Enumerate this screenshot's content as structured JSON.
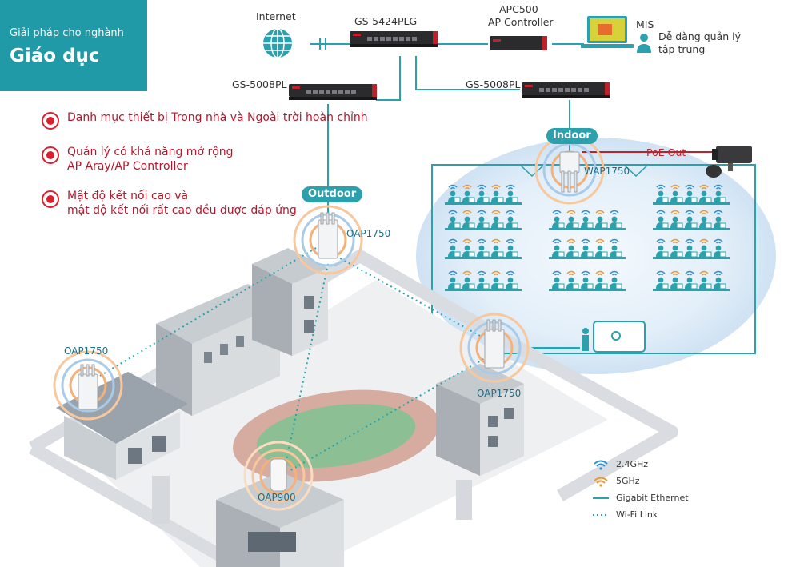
{
  "header": {
    "subtitle": "Giải pháp cho nghành",
    "title": "Giáo dục"
  },
  "features": [
    {
      "lines": [
        "Danh mục thiết bị Trong nhà và Ngoài trời hoàn chỉnh"
      ]
    },
    {
      "lines": [
        "Quản lý có khả năng mở rộng",
        "AP Aray/AP Controller"
      ]
    },
    {
      "lines": [
        "Mật độ kết nối cao và",
        "mật độ kết nối rất cao đều được đáp ứng"
      ]
    }
  ],
  "network": {
    "internet": "Internet",
    "core_switch": "GS-5424PLG",
    "controller_line1": "APC500",
    "controller_line2": "AP Controller",
    "mis": "MIS",
    "mis_note_line1": "Dễ dàng quản lý",
    "mis_note_line2": "tập trung",
    "switch_left": "GS-5008PL",
    "switch_right": "GS-5008PL",
    "indoor_tag": "Indoor",
    "outdoor_tag": "Outdoor",
    "poe_out": "PoE Out",
    "wap_indoor": "WAP1750",
    "oap_center": "OAP1750",
    "oap_left": "OAP1750",
    "oap_right": "OAP1750",
    "oap_small": "OAP900"
  },
  "legend": [
    {
      "icon": "wifi-24-icon",
      "label": "2.4GHz",
      "color": "#2a8fd0"
    },
    {
      "icon": "wifi-5g-icon",
      "label": "5GHz",
      "color": "#f0962b"
    },
    {
      "icon": "ethernet-line-icon",
      "label": "Gigabit Ethernet",
      "color": "#2aa1ad"
    },
    {
      "icon": "wifi-link-icon",
      "label": "Wi-Fi Link",
      "color": "#2aa1ad"
    }
  ],
  "colors": {
    "accent": "#1f9aa6",
    "bullet": "#d8202e",
    "bullet_text": "#b3172c",
    "ethernet": "#2aa1ad",
    "wifi_24": "#2a8fd0",
    "wifi_5": "#f0962b"
  }
}
